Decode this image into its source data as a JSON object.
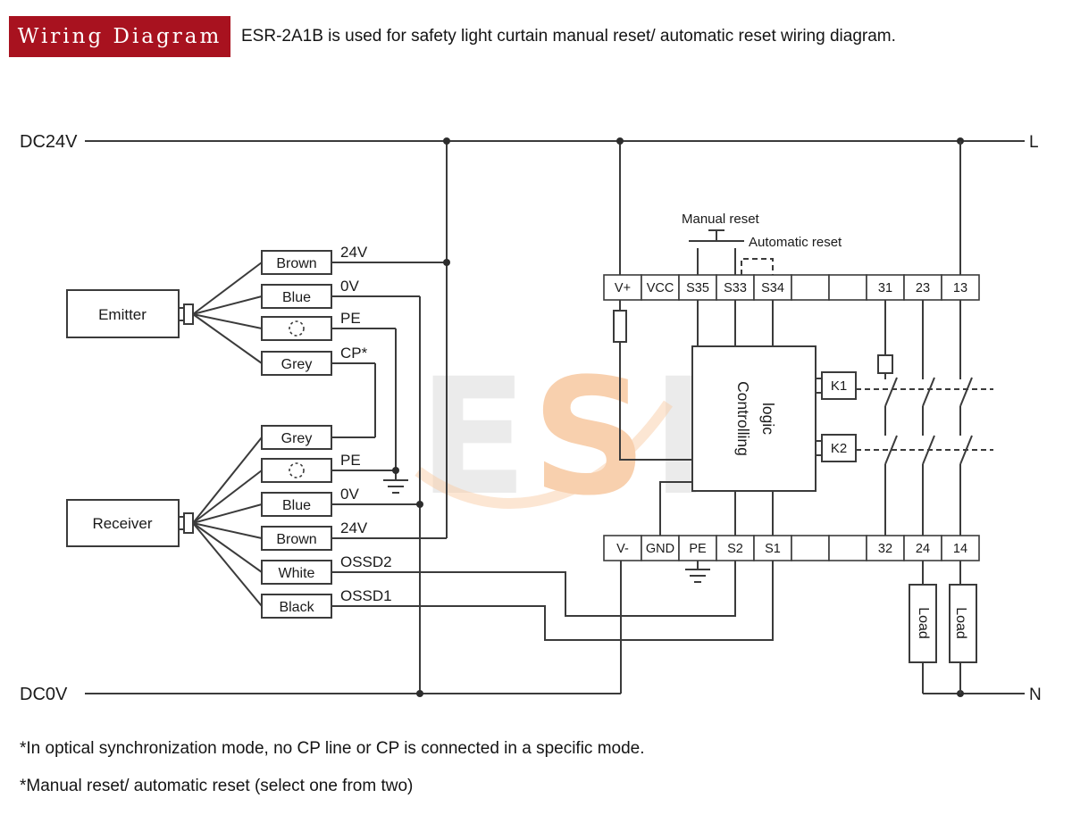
{
  "header": {
    "badge": "Wiring Diagram",
    "description": "ESR-2A1B is used for safety light curtain manual reset/ automatic reset wiring diagram."
  },
  "rails": {
    "dc24v": "DC24V",
    "dc0v": "DC0V",
    "line_l": "L",
    "neutral_n": "N"
  },
  "emitter": {
    "label": "Emitter",
    "wires": [
      {
        "box": "Brown",
        "label": "24V"
      },
      {
        "box": "Blue",
        "label": "0V"
      },
      {
        "box": "",
        "label": "PE",
        "shield": true
      },
      {
        "box": "Grey",
        "label": "CP*"
      }
    ]
  },
  "receiver": {
    "label": "Receiver",
    "wires": [
      {
        "box": "Grey",
        "label": ""
      },
      {
        "box": "",
        "label": "PE",
        "shield": true
      },
      {
        "box": "Blue",
        "label": "0V"
      },
      {
        "box": "Brown",
        "label": "24V"
      },
      {
        "box": "White",
        "label": "OSSD2"
      },
      {
        "box": "Black",
        "label": "OSSD1"
      }
    ]
  },
  "terminal_strips": {
    "top": [
      "V+",
      "VCC",
      "S35",
      "S33",
      "S34",
      "",
      "",
      "31",
      "23",
      "13"
    ],
    "bottom": [
      "V-",
      "GND",
      "PE",
      "S2",
      "S1",
      "",
      "",
      "32",
      "24",
      "14"
    ]
  },
  "reset": {
    "manual": "Manual reset",
    "automatic": "Automatic reset"
  },
  "controller": {
    "line1": "Controlling",
    "line2": "logic",
    "k1": "K1",
    "k2": "K2"
  },
  "loads": [
    "Load",
    "Load"
  ],
  "watermark": {
    "letters": [
      "E",
      "S",
      "P"
    ]
  },
  "notes": [
    "*In optical synchronization mode, no CP line or CP is connected in a specific mode.",
    "*Manual reset/ automatic reset (select one from two)"
  ],
  "colors": {
    "header_red": "#A8121F",
    "line": "#3b3b3b",
    "watermark_grey": "#d8d8d8",
    "watermark_orange": "#F2A35F"
  }
}
